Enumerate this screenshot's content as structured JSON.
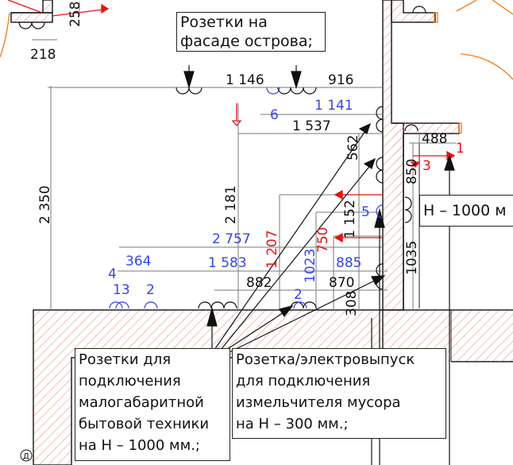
{
  "notes": {
    "facade": "Розетки на\nфасаде острова;",
    "appliances": "Розетки для\nподключения\nмалогабаритной\nбытовой техники\nна Н – 1000 мм.;",
    "disposer": "Розетка/электровыпуск\nдля подключения\nизмельчителя мусора\nна Н – 300 мм.;",
    "height_tag": "Н – 1000 м"
  },
  "dimensions": {
    "black": [
      "218",
      "258",
      "1 146",
      "916",
      "1 537",
      "562",
      "2 350",
      "2 181",
      "882",
      "870",
      "1 152",
      "308",
      "488",
      "850",
      "1035"
    ],
    "blue": [
      "1 141",
      "6",
      "2 757",
      "1 583",
      "364",
      "4",
      "13",
      "2",
      "2",
      "1023",
      "885",
      "5"
    ],
    "red": [
      "1 207",
      "750",
      "3",
      "1"
    ]
  },
  "axis_marker": "Д",
  "colors": {
    "line": "#222222",
    "dim": "#7a7a7a",
    "blue": "#3344ee",
    "red": "#ee1111",
    "hatch": "#f08080",
    "orange": "#f07a1a"
  }
}
